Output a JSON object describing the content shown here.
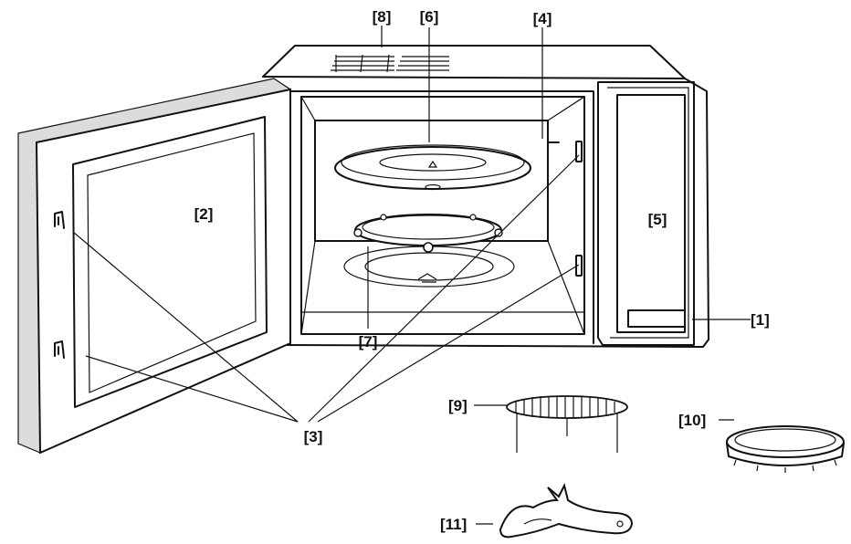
{
  "labels": {
    "l1": "[1]",
    "l2": "[2]",
    "l3": "[3]",
    "l4": "[4]",
    "l5": "[5]",
    "l6": "[6]",
    "l7": "[7]",
    "l8": "[8]",
    "l9": "[9]",
    "l10": "[10]",
    "l11": "[11]"
  }
}
